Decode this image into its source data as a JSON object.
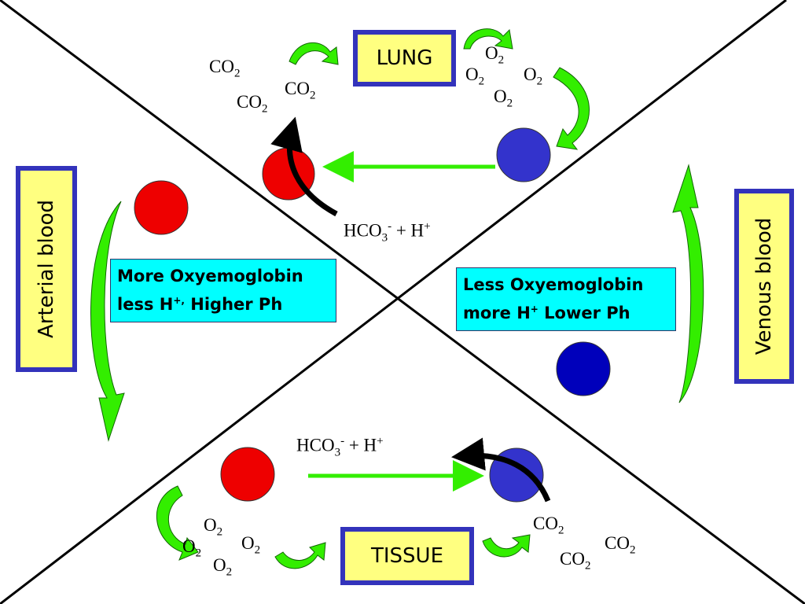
{
  "labels": {
    "lung": "LUNG",
    "tissue": "TISSUE",
    "arterial": "Arterial blood",
    "venous": "Venous blood"
  },
  "info_left": {
    "line1": "More Oxyemoglobin",
    "line2_text": "less H",
    "line2_sup": "+,",
    "line2_rest": " Higher Ph"
  },
  "info_right": {
    "line1": "Less Oxyemoglobin",
    "line2_text": "more H",
    "line2_sup": "+",
    "line2_rest": " Lower Ph"
  },
  "chem": {
    "co2": "CO",
    "o2": "O",
    "sub2": "2",
    "hco3": "HCO",
    "sub3": "3",
    "minus": "-",
    "plus_h": " + H",
    "plus": "+"
  },
  "colors": {
    "oxygenated": "#ee0000",
    "deoxygenated_light": "#3333cc",
    "deoxygenated_dark": "#0000bb",
    "arrow_green": "#33ee00",
    "box_fill": "#ffff80",
    "box_border": "#3333bb",
    "info_fill": "#00ffff"
  }
}
